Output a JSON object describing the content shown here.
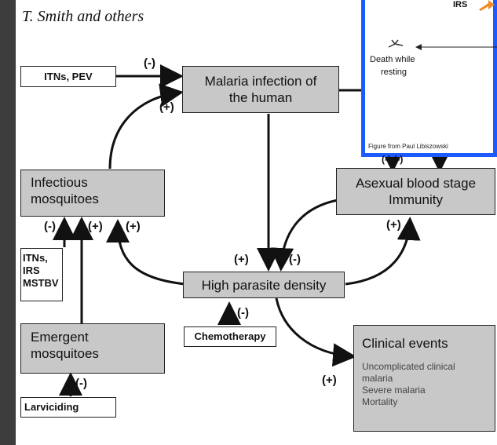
{
  "author": "T. Smith and others",
  "boxes": {
    "itns_pev": "ITNs, PEV",
    "malaria_infection_line1": "Malaria infection of",
    "malaria_infection_line2": "the human",
    "infectious_line1": "Infectious",
    "infectious_line2": "mosquitoes",
    "asexual_line1": "Asexual blood stage",
    "asexual_line2": "Immunity",
    "interventions_line1": "ITNs,",
    "interventions_line2": "IRS",
    "interventions_line3": "MSTBV",
    "high_parasite": "High parasite density",
    "chemotherapy": "Chemotherapy",
    "emergent_line1": "Emergent",
    "emergent_line2": "mosquitoes",
    "larviciding": "Larviciding",
    "clinical_title": "Clinical events",
    "clinical_items": [
      "Uncomplicated clinical",
      "malaria",
      "Severe malaria",
      "Mortality"
    ]
  },
  "effects": {
    "itns_to_infection": "(-)",
    "infection_from_infectious": "(+)",
    "infectious_a": "(-)",
    "infectious_b": "(+)",
    "infectious_c": "(+)",
    "parasite_plus": "(+)",
    "parasite_minus": "(-)",
    "asexual_plus": "(+)",
    "chemo_minus": "(-)",
    "larv_minus": "(-)",
    "clinical_plus": "(+)",
    "inset_top": "(-)   (-)"
  },
  "inset": {
    "irs": "IRS",
    "death_line1": "Death while",
    "death_line2": "resting",
    "caption": "Figure from Paul Libiszowski"
  },
  "colors": {
    "box_fill": "#c8c8c8",
    "inset_border": "#1e5bff",
    "frame": "#3d3d3d"
  }
}
